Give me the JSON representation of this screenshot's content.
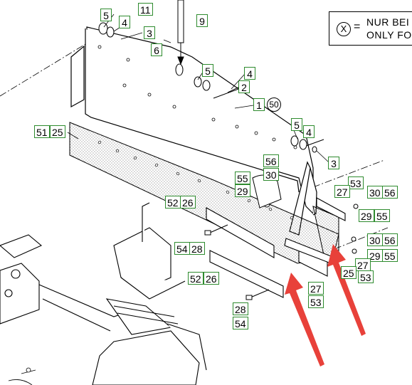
{
  "legend": {
    "symbol": "X",
    "equals": "=",
    "line1": "NUR BEI",
    "line2": "ONLY FO"
  },
  "labels": {
    "l11": "11",
    "l9": "9",
    "l5a": "5",
    "l4a": "4",
    "l3a": "3",
    "l6": "6",
    "l5b": "5",
    "l4b": "4",
    "l2": "2",
    "l1": "1",
    "l5c": "5",
    "l4c": "4",
    "l3c": "3",
    "l51": "51",
    "l25a": "25",
    "l56a": "56",
    "l30a": "30",
    "l55a": "55",
    "l29a": "29",
    "l53a": "53",
    "l27a": "27",
    "l30b": "30",
    "l56b": "56",
    "l29b": "29",
    "l55b": "55",
    "l52a": "52",
    "l26a": "26",
    "l54a": "54",
    "l28a": "28",
    "l30c": "30",
    "l56c": "56",
    "l29c": "29",
    "l55c": "55",
    "l27b": "27",
    "l25b": "25",
    "l53b": "53",
    "l52b": "52",
    "l26b": "26",
    "l27c": "27",
    "l53c": "53",
    "l28b": "28",
    "l54b": "54",
    "c50": "50"
  },
  "colors": {
    "label_border": "#2e8b2e",
    "arrow": "#e8413a",
    "line": "#000000"
  }
}
